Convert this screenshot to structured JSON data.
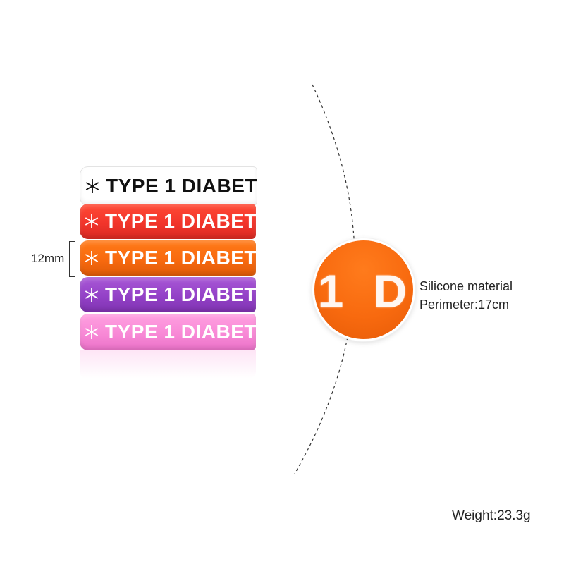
{
  "product": {
    "band_text": "TYPE 1 DIABET",
    "bands": [
      {
        "color_name": "white",
        "color": "#ffffff",
        "text_color": "#111111"
      },
      {
        "color_name": "red",
        "color": "#f2352b",
        "text_color": "#ffffff"
      },
      {
        "color_name": "orange",
        "color": "#f86a0f",
        "text_color": "#ffffff"
      },
      {
        "color_name": "purple",
        "color": "#9341c7",
        "text_color": "#ffffff"
      },
      {
        "color_name": "pink",
        "color": "#f889d6",
        "text_color": "#ffffff"
      }
    ],
    "icon": "medical-alert-star-of-life-icon"
  },
  "dimension": {
    "width_label": "12mm"
  },
  "zoom": {
    "text": "1 D"
  },
  "specs": {
    "material": "Silicone material",
    "perimeter": "Perimeter:17cm",
    "weight": "Weight:23.3g"
  }
}
